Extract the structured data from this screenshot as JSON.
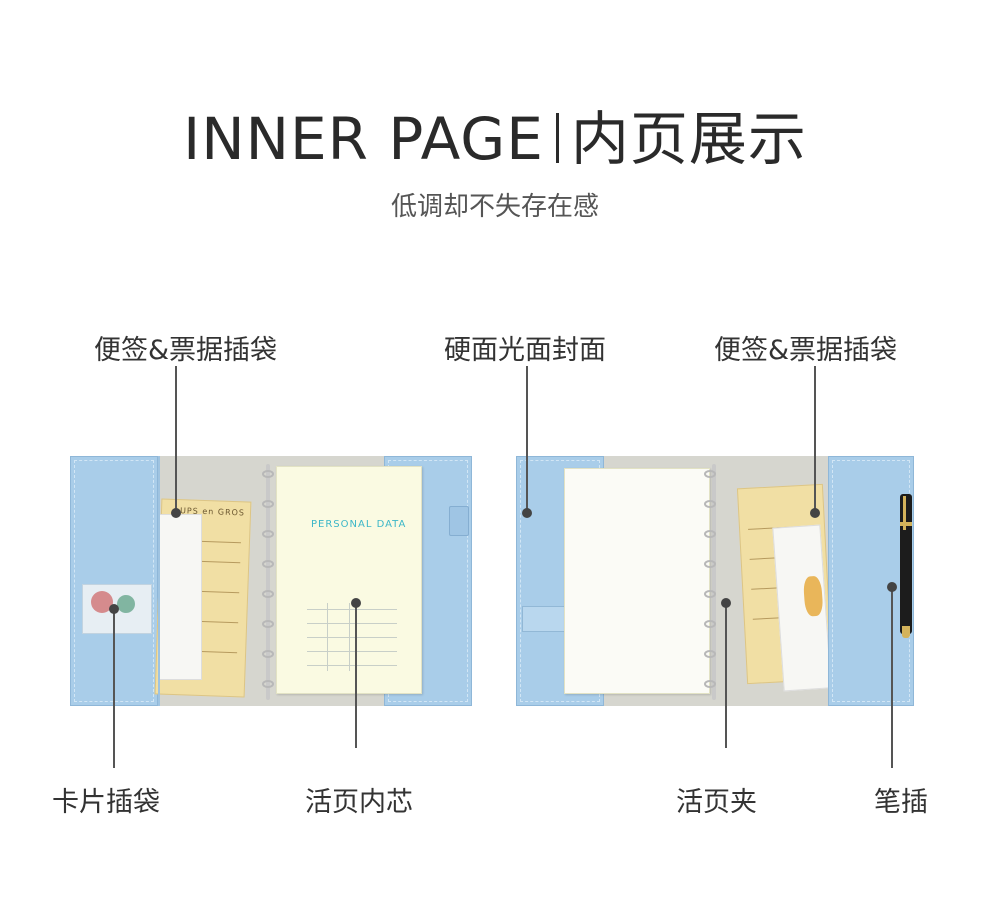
{
  "header": {
    "title_en": "INNER PAGE",
    "title_cn": "内页展示",
    "subtitle": "低调却不失存在感"
  },
  "labels": {
    "note_pocket_left": "便签&票据插袋",
    "hard_cover": "硬面光面封面",
    "note_pocket_right": "便签&票据插袋",
    "card_slot": "卡片插袋",
    "loose_leaf_core": "活页内芯",
    "binder_clip": "活页夹",
    "pen_holder": "笔插"
  },
  "notebook_left": {
    "paper_title": "PERSONAL DATA",
    "ticket_text": "UPS en GROS"
  },
  "colors": {
    "cover": "#a9cde9",
    "fabric": "#d6d6cf",
    "text": "#333333"
  }
}
